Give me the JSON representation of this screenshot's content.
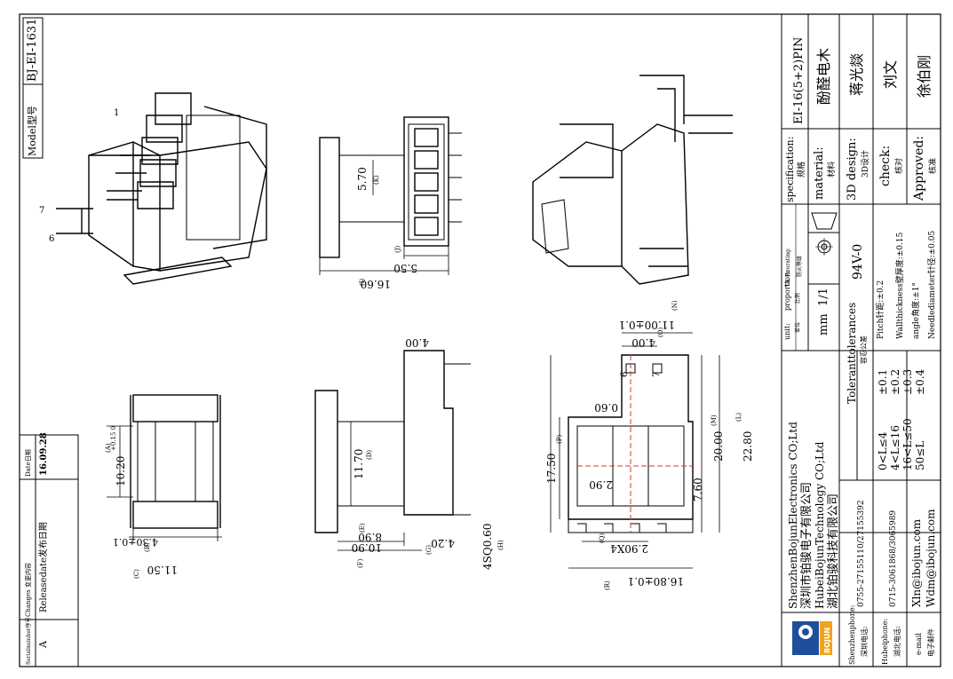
{
  "model": {
    "label": "Model型号",
    "value": "BJ-EI-1631"
  },
  "title_block": {
    "specification": {
      "en": "specification:",
      "cn": "规格",
      "value": "EI-16(5+2)PIN"
    },
    "material": {
      "en": "material:",
      "cn": "材料",
      "value": "酚醛电木"
    },
    "design": {
      "en": "3D design:",
      "cn": "3D设计",
      "value": "蒋光燚"
    },
    "check": {
      "en": "check:",
      "cn": "核对",
      "value": "刘文"
    },
    "approved": {
      "en": "Approved:",
      "cn": "核准",
      "value": "徐伯刚"
    },
    "unit": {
      "en": "unit:",
      "cn": "单位",
      "value": "mm"
    },
    "proportion": {
      "en": "proportion:",
      "cn": "比例",
      "value": "1/1"
    },
    "fire": {
      "en": "UL Firerating:",
      "cn": "防火等级",
      "value": "94V-0"
    }
  },
  "tolerances": {
    "title": "Toleranttolerances",
    "title_cn": "容忍公差",
    "rows": [
      {
        "range": "0<L≤4",
        "tol": "±0.1"
      },
      {
        "range": "4<L≤16",
        "tol": "±0.2"
      },
      {
        "range": "16<L≤50",
        "tol": "±0.3"
      },
      {
        "range": "50≤L",
        "tol": "±0.4"
      }
    ],
    "notes": [
      "Pitch针距:±0.2",
      "Wallthickness壁厚度:±0.15",
      "angle角度:±1°",
      "Needlediameter针径:±0.05"
    ]
  },
  "company": {
    "names": [
      "ShenzhenBojunElectronics CO;Ltd",
      "深圳市铂骏电子有限公司",
      "HubeiBojunTechnology CO;Ltd",
      "湖北铂骏科技有限公司"
    ],
    "logo_text": "BOJUN",
    "contacts": [
      {
        "label": "Shenzhenphone:",
        "label_cn": "深圳电话:",
        "value": "0755-27155110/27155392"
      },
      {
        "label": "Hubeiphone:",
        "label_cn": "湖北电话:",
        "value": "0715-3061868/3065989"
      },
      {
        "label": "e-mail",
        "label_cn": "电子邮件",
        "value": "Xln@ibojun.com\nWdm@ibojun.com"
      }
    ]
  },
  "changes": {
    "headers": [
      "Serialnumber序号",
      "Changes 变更内容",
      "Date日期"
    ],
    "rows": [
      {
        "serial": "A",
        "change": "Releasedate发布日期",
        "date": "16.09.28"
      }
    ]
  },
  "dims": {
    "top_5_70": "5.70",
    "top_K": "(K)",
    "top_5_50": "5.50",
    "top_J": "(J)",
    "top_16_60": "16.60",
    "top_I": "(I)",
    "left_10_20": "10.20",
    "left_tol": "+0.15\n0",
    "left_A": "(A)",
    "left_4_30": "4.30±0.1",
    "left_B": "(B)",
    "left_11_50": "11.50",
    "left_C": "(C)",
    "mid_4_00": "4.00",
    "mid_11_70": "11.70",
    "mid_D": "(D)",
    "mid_8_90": "8.90",
    "mid_E": "(E)",
    "mid_10_90": "10.90",
    "mid_F": "(F)",
    "mid_4_20": "4.20",
    "mid_G": "(G)",
    "mid_0_60": "4SQ0.60",
    "mid_H": "(H)",
    "rt_11_00": "11.00±0.1",
    "rt_N": "(N)",
    "rt_4_00": "4.00",
    "rt_O": "(O)",
    "rt_0_60": "0.60",
    "rt_17_50": "17.50",
    "rt_P": "(P)",
    "rt_2_90": "2.90",
    "rt_20_00": "20.00",
    "rt_M": "(M)",
    "rt_22_80": "22.80",
    "rt_L": "(L)",
    "rt_7_60": "7.60",
    "rt_2_90x4": "2.90X4",
    "rt_Q": "(Q)",
    "rt_16_80": "16.80±0.1",
    "rt_R": "(R)",
    "pin_6": "6",
    "pin_7": "7",
    "pin_1": "1"
  }
}
